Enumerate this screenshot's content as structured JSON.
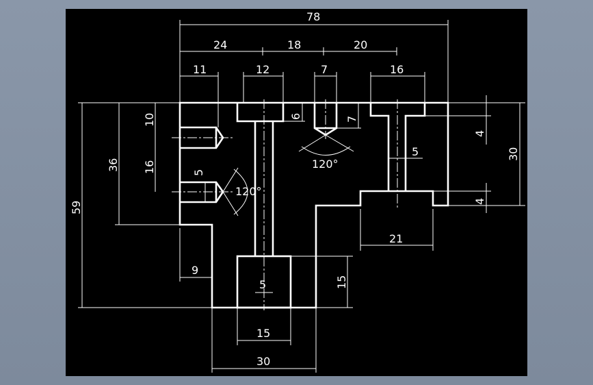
{
  "colors": {
    "background": "#000000",
    "lines": "#ffffff",
    "frame": "#8a97a9"
  },
  "dimensions": {
    "overall_width": "78",
    "seg_24": "24",
    "seg_18": "18",
    "seg_20": "20",
    "hole_offset_11": "11",
    "counterbore_12": "12",
    "drill_7": "7",
    "slot_top_16": "16",
    "counterbore_depth_6": "6",
    "drill_depth_7": "7",
    "slot_top_thk_4": "4",
    "right_height_30": "30",
    "slot_bottom_thk_4": "4",
    "slot_neck_5": "5",
    "drill_angle_top": "120°",
    "hole_spacing_10": "10",
    "hole_spacing_16": "16",
    "left_height_36": "36",
    "overall_height_59": "59",
    "small_hole_5": "5",
    "drill_angle_side": "120°",
    "slot_bottom_21": "21",
    "step_9": "9",
    "base_depth_15": "15",
    "shaft_5": "5",
    "base_slot_15": "15",
    "base_width_30": "30"
  }
}
